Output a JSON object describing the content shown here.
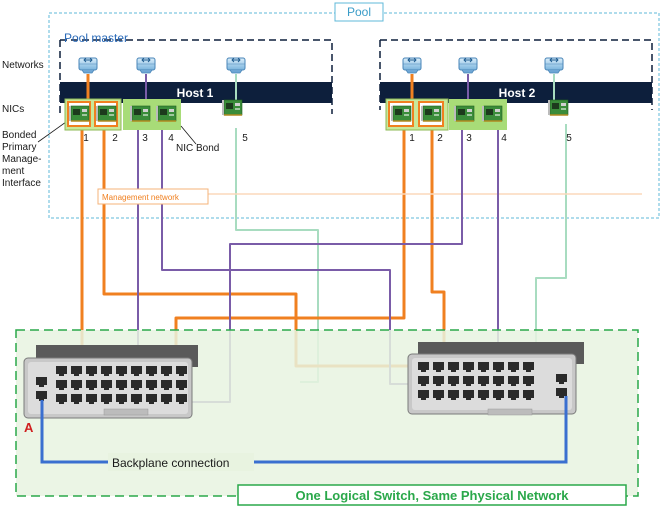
{
  "labels": {
    "pool": "Pool",
    "pool_master": "Pool master",
    "networks": "Networks",
    "nics": "NICs",
    "bonded_line1": "Bonded",
    "bonded_line2": "Primary",
    "bonded_line3": "Manage-",
    "bonded_line4": "ment",
    "bonded_line5": "Interface",
    "host1": "Host 1",
    "host2": "Host 2",
    "nic_bond": "NIC Bond",
    "management_network": "Management network",
    "backplane": "Backplane connection",
    "switch_marker": "A",
    "logical_switch": "One Logical Switch, Same Physical Network"
  },
  "host1_nics": [
    "1",
    "2",
    "3",
    "4",
    "5"
  ],
  "host2_nics": [
    "1",
    "2",
    "3",
    "4",
    "5"
  ],
  "colors": {
    "management": "#f08020",
    "bond_purple": "#7a5ca8",
    "nic5_green": "#a8dcc0",
    "backplane_blue": "#3a6fd0",
    "host_bar": "#0d1f3c",
    "pool_border": "#5fb8d8",
    "switch_area": "#e8f3e0",
    "switch_border": "#2aa84a",
    "marker_red": "#d02020"
  }
}
